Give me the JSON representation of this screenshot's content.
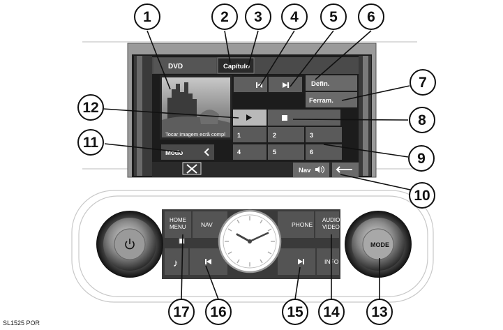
{
  "screen": {
    "source_tab": "DVD",
    "chapter_tab": "Capítulo",
    "define_button": "Defin.",
    "tools_button": "Ferram.",
    "video_caption": "Tocar imagem ecrã compl",
    "mode_button": "Modo",
    "mode_chevron_icon": "chevron-left-icon",
    "close_icon": "close-x-icon",
    "nav_button": "Nav",
    "nav_sound_icon": "speaker-icon",
    "back_icon": "return-arrow-icon",
    "prev_icon": "skip-previous-icon",
    "next_icon": "skip-next-icon",
    "play_icon": "play-icon",
    "stop_icon": "stop-icon",
    "chapters": [
      "1",
      "2",
      "3",
      "4",
      "5",
      "6"
    ]
  },
  "console": {
    "home_menu": [
      "HOME",
      "MENU"
    ],
    "nav": "NAV",
    "phone": "PHONE",
    "audio_video": [
      "AUDIO",
      "VIDEO"
    ],
    "info": "INFO",
    "mode_knob": "MODE",
    "power_icon": "power-icon",
    "music_icon": "music-note-icon",
    "prev_icon": "skip-previous-icon",
    "next_icon": "skip-next-icon",
    "clock_icon": "analog-clock"
  },
  "callouts": [
    "1",
    "2",
    "3",
    "4",
    "5",
    "6",
    "7",
    "8",
    "9",
    "10",
    "11",
    "12",
    "13",
    "14",
    "15",
    "16",
    "17"
  ],
  "caption": "SL1525 POR"
}
